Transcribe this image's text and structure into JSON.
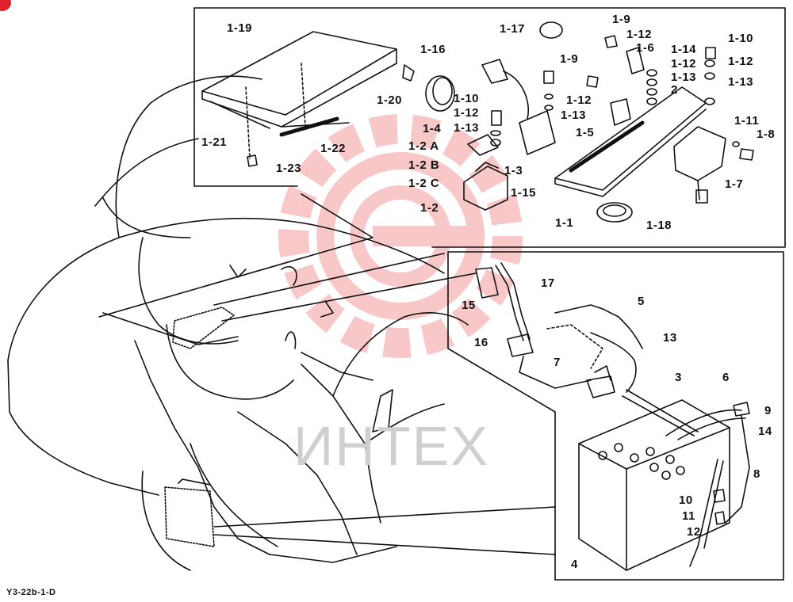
{
  "watermark": {
    "text": "ИНТЕХ",
    "color": "#e83a3a"
  },
  "figure_code": "Y3-22b-1-D",
  "part_callouts": [
    {
      "id": "c1",
      "label": "1-19"
    },
    {
      "id": "c2",
      "label": "1-20"
    },
    {
      "id": "c3",
      "label": "1-21"
    },
    {
      "id": "c4",
      "label": "1-22"
    },
    {
      "id": "c5",
      "label": "1-23"
    },
    {
      "id": "c6",
      "label": "1-16"
    },
    {
      "id": "c7",
      "label": "1-10"
    },
    {
      "id": "c8",
      "label": "1-12"
    },
    {
      "id": "c9",
      "label": "1-13"
    },
    {
      "id": "c10",
      "label": "1-4"
    },
    {
      "id": "c11",
      "label": "1-2 A"
    },
    {
      "id": "c12",
      "label": "1-2 B"
    },
    {
      "id": "c13",
      "label": "1-2 C"
    },
    {
      "id": "c14",
      "label": "1-2"
    },
    {
      "id": "c15",
      "label": "1-3"
    },
    {
      "id": "c16",
      "label": "1-17"
    },
    {
      "id": "c17",
      "label": "1-9"
    },
    {
      "id": "c18",
      "label": "1-12"
    },
    {
      "id": "c19",
      "label": "1-6"
    },
    {
      "id": "c20",
      "label": "1-9"
    },
    {
      "id": "c21",
      "label": "1-12"
    },
    {
      "id": "c22",
      "label": "1-13"
    },
    {
      "id": "c23",
      "label": "1-5"
    },
    {
      "id": "c24",
      "label": "1-15"
    },
    {
      "id": "c25",
      "label": "1-1"
    },
    {
      "id": "c26",
      "label": "1-18"
    },
    {
      "id": "c27",
      "label": "1-14"
    },
    {
      "id": "c28",
      "label": "1-12"
    },
    {
      "id": "c29",
      "label": "1-13"
    },
    {
      "id": "c30",
      "label": "2"
    },
    {
      "id": "c31",
      "label": "1-10"
    },
    {
      "id": "c32",
      "label": "1-12"
    },
    {
      "id": "c33",
      "label": "1-13"
    },
    {
      "id": "c34",
      "label": "1-11"
    },
    {
      "id": "c35",
      "label": "1-8"
    },
    {
      "id": "c36",
      "label": "1-7"
    },
    {
      "id": "c37",
      "label": "17"
    },
    {
      "id": "c38",
      "label": "15"
    },
    {
      "id": "c39",
      "label": "16"
    },
    {
      "id": "c40",
      "label": "5"
    },
    {
      "id": "c41",
      "label": "13"
    },
    {
      "id": "c42",
      "label": "7"
    },
    {
      "id": "c43",
      "label": "3"
    },
    {
      "id": "c44",
      "label": "6"
    },
    {
      "id": "c45",
      "label": "9"
    },
    {
      "id": "c46",
      "label": "14"
    },
    {
      "id": "c47",
      "label": "8"
    },
    {
      "id": "c48",
      "label": "10"
    },
    {
      "id": "c49",
      "label": "11"
    },
    {
      "id": "c50",
      "label": "12"
    },
    {
      "id": "c51",
      "label": "4"
    }
  ]
}
